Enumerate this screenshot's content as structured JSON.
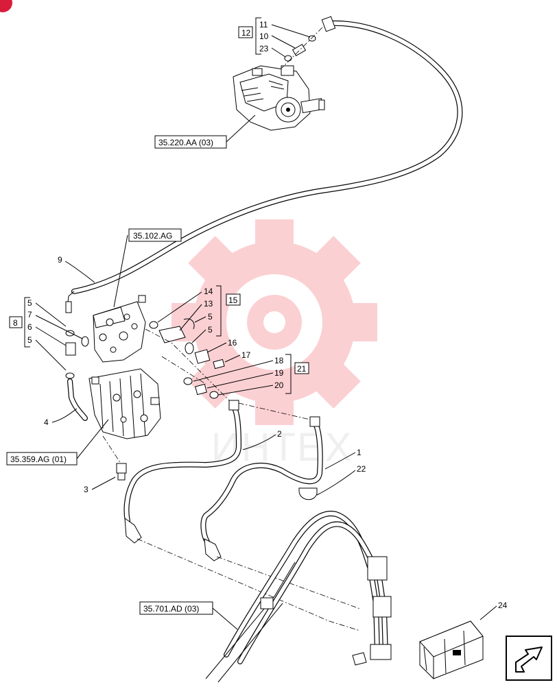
{
  "watermark": {
    "text": "ИНТЕХ",
    "gear_color": "#f25b63"
  },
  "refs": {
    "r1": "35.220.AA (03)",
    "r2": "35.102.AG",
    "r3": "35.359.AG (01)",
    "r4": "35.701.AD (03)"
  },
  "groups": {
    "g12": "12",
    "g15": "15",
    "g8": "8",
    "g21": "21"
  },
  "callouts": {
    "c11": "11",
    "c10": "10",
    "c23": "23",
    "c9": "9",
    "c14": "14",
    "c13": "13",
    "c5a": "5",
    "c5b": "5",
    "c16": "16",
    "c17": "17",
    "c18": "18",
    "c19": "19",
    "c20": "20",
    "c8_5a": "5",
    "c8_7": "7",
    "c8_6": "6",
    "c8_5b": "5",
    "c4": "4",
    "c3": "3",
    "c2": "2",
    "c1": "1",
    "c22": "22",
    "c24": "24"
  },
  "colors": {
    "line": "#000000",
    "watermark_gear": "#f25b63",
    "corner_badge": "#d91c3a"
  }
}
